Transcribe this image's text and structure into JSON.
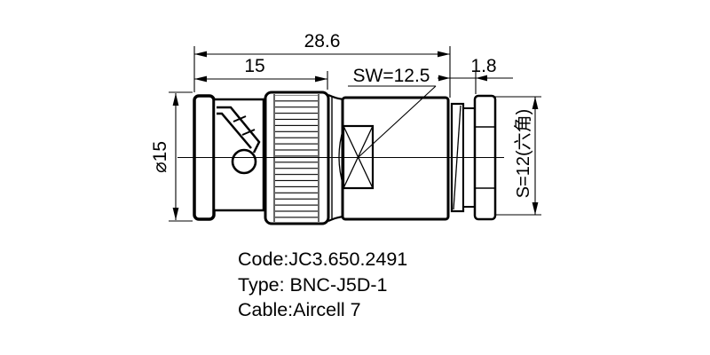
{
  "dimensions": {
    "overall_length": "28.6",
    "front_length": "15",
    "wrench_flats": "SW=12.5",
    "groove_width": "1.8",
    "front_diameter": "⌀15",
    "hex_across_flats": "S=12(六角)"
  },
  "notes": {
    "code": "Code:JC3.650.2491",
    "type": "Type: BNC-J5D-1",
    "cable": "Cable:Aircell 7"
  },
  "colors": {
    "line": "#000000",
    "background": "#ffffff"
  }
}
